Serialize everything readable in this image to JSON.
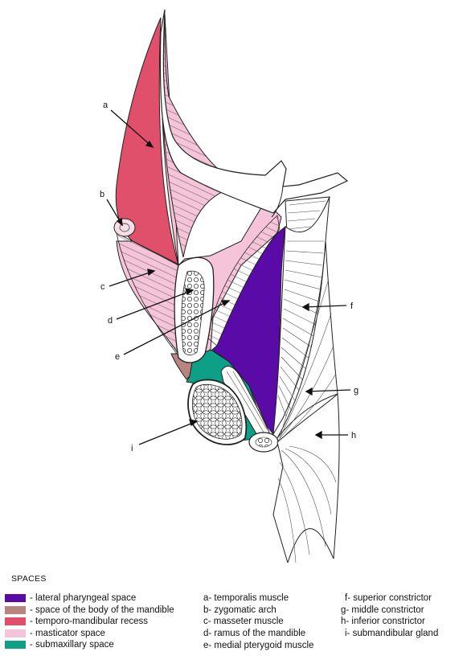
{
  "labels": {
    "a": "a",
    "b": "b",
    "c": "c",
    "d": "d",
    "e": "e",
    "f": "f",
    "g": "g",
    "h": "h",
    "i": "i"
  },
  "colors": {
    "lateral_pharyngeal": "#5a0aa6",
    "body_of_mandible": "#b8857e",
    "temporo_mandibular": "#e0506a",
    "masticator": "#f6c4d8",
    "submaxillary": "#0e9f87"
  },
  "legend": {
    "title": "SPACES",
    "spaces": [
      {
        "label": "- lateral pharyngeal space",
        "color": "#5a0aa6"
      },
      {
        "label": "- space of the body of the mandible",
        "color": "#b8857e"
      },
      {
        "label": "- temporo-mandibular recess",
        "color": "#e0506a"
      },
      {
        "label": "- masticator space",
        "color": "#f6c4d8"
      },
      {
        "label": "- submaxillary space",
        "color": "#0e9f87"
      }
    ],
    "key_col1": [
      "a- temporalis muscle",
      "b- zygomatic arch",
      "c- masseter muscle",
      "d- ramus of the mandible",
      "e- medial pterygoid muscle"
    ],
    "key_col2": [
      "f- superior constrictor",
      "g- middle constrictor",
      "h- inferior constrictor",
      "i- submandibular gland"
    ]
  }
}
